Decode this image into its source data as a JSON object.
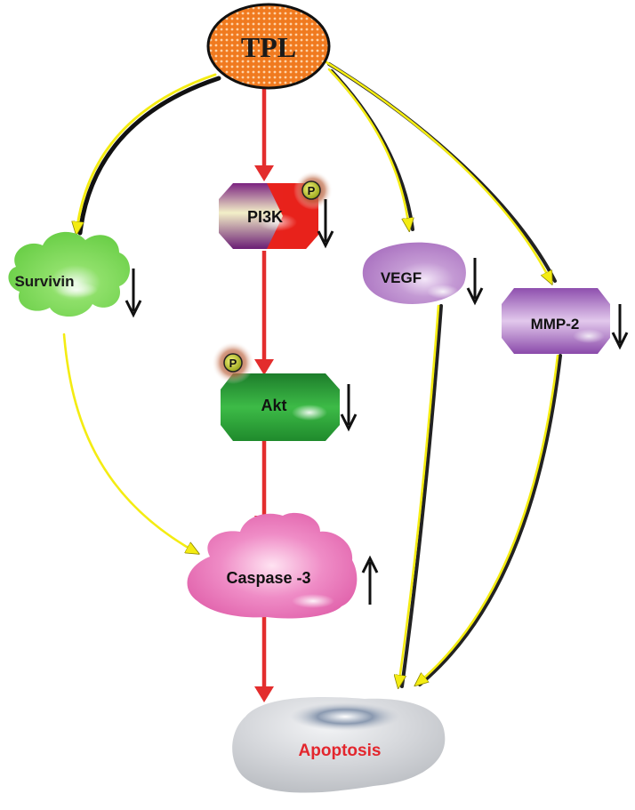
{
  "nodes": {
    "tpl": "TPL",
    "pi3k": "PI3K",
    "survivin": "Survivin",
    "vegf": "VEGF",
    "mmp2": "MMP-2",
    "akt": "Akt",
    "caspase3": "Caspase -3",
    "apoptosis": "Apoptosis"
  },
  "phospho_label": "P",
  "colors": {
    "red_arrow": "#e32d2d",
    "yellow_arrow": "#f4ec12",
    "tpl": "#f07a1f",
    "pi3k_red": "#e8221c",
    "pi3k_purple": "#7b2380",
    "survivin": "#7ed957",
    "vegf": "#b582c8",
    "mmp2": "#a96dc0",
    "akt": "#2ea33b",
    "caspase3": "#e96fb4",
    "apoptosis": "#c9cbcf",
    "apoptosis_text": "#e3262d"
  },
  "regulation": {
    "survivin": "down",
    "pi3k": "down",
    "vegf": "down",
    "mmp2": "down",
    "akt": "down",
    "caspase3": "up"
  }
}
